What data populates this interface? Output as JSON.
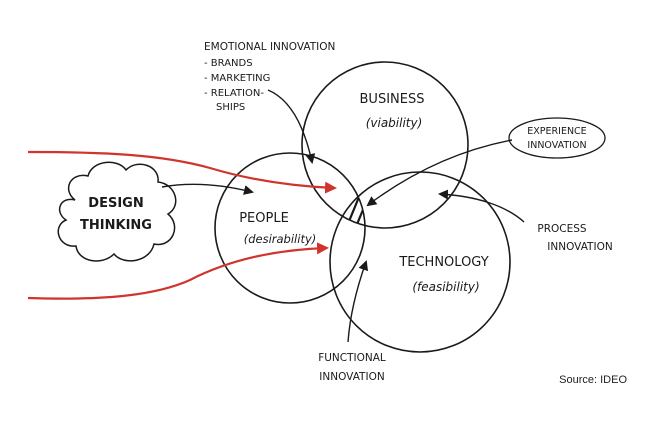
{
  "diagram": {
    "design_thinking": [
      "DESIGN",
      "THINKING"
    ],
    "emotional": {
      "title": "EMOTIONAL INNOVATION",
      "items": [
        "- BRANDS",
        "- MARKETING",
        "- RELATION-",
        "SHIPS"
      ]
    },
    "business": {
      "title": "BUSINESS",
      "sub": "(viability)"
    },
    "people": {
      "title": "PEOPLE",
      "sub": "(desirability)"
    },
    "technology": {
      "title": "TECHNOLOGY",
      "sub": "(feasibility)"
    },
    "experience": [
      "EXPERIENCE",
      "INNOVATION"
    ],
    "process": [
      "PROCESS",
      "INNOVATION"
    ],
    "functional": [
      "FUNCTIONAL",
      "INNOVATION"
    ],
    "source": "Source: IDEO",
    "colors": {
      "ink": "#1a1a1a",
      "red": "#d0342c"
    }
  }
}
